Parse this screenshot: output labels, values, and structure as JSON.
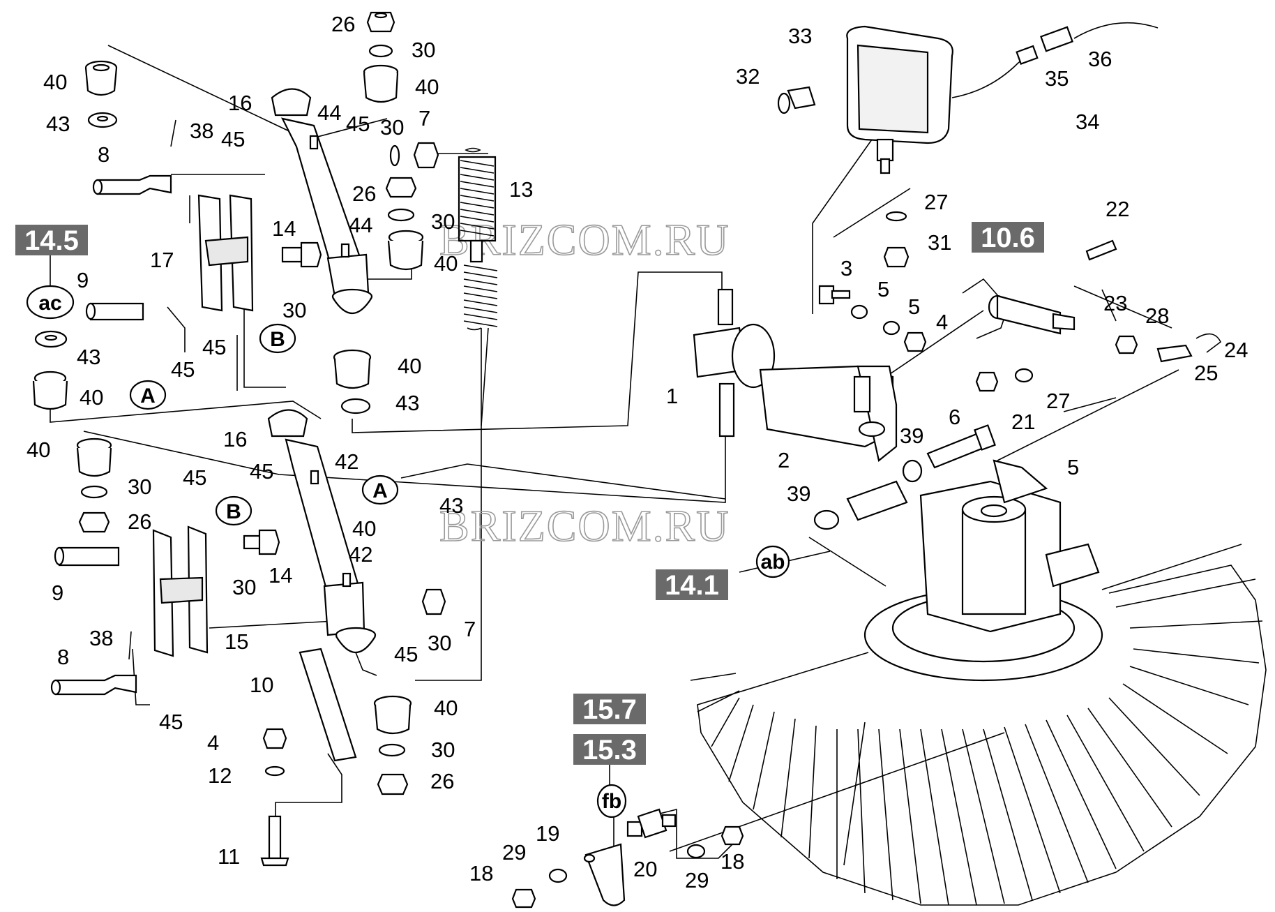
{
  "watermark": "BRIZCOM.RU",
  "ref_boxes": [
    {
      "id": "ref-14-5",
      "text": "14.5"
    },
    {
      "id": "ref-10-6",
      "text": "10.6"
    },
    {
      "id": "ref-14-1",
      "text": "14.1"
    },
    {
      "id": "ref-15-7",
      "text": "15.7"
    },
    {
      "id": "ref-15-3",
      "text": "15.3"
    }
  ],
  "ovals": {
    "ac": "ac",
    "ab": "ab",
    "fb": "fb",
    "A1": "A",
    "A2": "A",
    "B1": "B",
    "B2": "B"
  },
  "labels": {
    "n1": "1",
    "n2": "2",
    "n3": "3",
    "n4a": "4",
    "n4b": "4",
    "n5a": "5",
    "n5b": "5",
    "n5c": "5",
    "n6": "6",
    "n7a": "7",
    "n7b": "7",
    "n8a": "8",
    "n8b": "8",
    "n9a": "9",
    "n9b": "9",
    "n10": "10",
    "n11": "11",
    "n12": "12",
    "n13": "13",
    "n14a": "14",
    "n14b": "14",
    "n15": "15",
    "n16a": "16",
    "n16b": "16",
    "n17": "17",
    "n18a": "18",
    "n18b": "18",
    "n19": "19",
    "n20": "20",
    "n21": "21",
    "n22": "22",
    "n23": "23",
    "n24": "24",
    "n25": "25",
    "n26a": "26",
    "n26b": "26",
    "n26c": "26",
    "n26d": "26",
    "n27a": "27",
    "n27b": "27",
    "n28": "28",
    "n29a": "29",
    "n29b": "29",
    "n30a": "30",
    "n30b": "30",
    "n30c": "30",
    "n30d": "30",
    "n30e": "30",
    "n30f": "30",
    "n30g": "30",
    "n30h": "30",
    "n31": "31",
    "n32": "32",
    "n33": "33",
    "n34": "34",
    "n35": "35",
    "n36": "36",
    "n38a": "38",
    "n38b": "38",
    "n39a": "39",
    "n39b": "39",
    "n40a": "40",
    "n40b": "40",
    "n40c": "40",
    "n40d": "40",
    "n40e": "40",
    "n40f": "40",
    "n40g": "40",
    "n40h": "40",
    "n42a": "42",
    "n42b": "42",
    "n43a": "43",
    "n43b": "43",
    "n43c": "43",
    "n43d": "43",
    "n44a": "44",
    "n44b": "44",
    "n45a": "45",
    "n45b": "45",
    "n45c": "45",
    "n45d": "45",
    "n45e": "45",
    "n45f": "45",
    "n45g": "45"
  }
}
